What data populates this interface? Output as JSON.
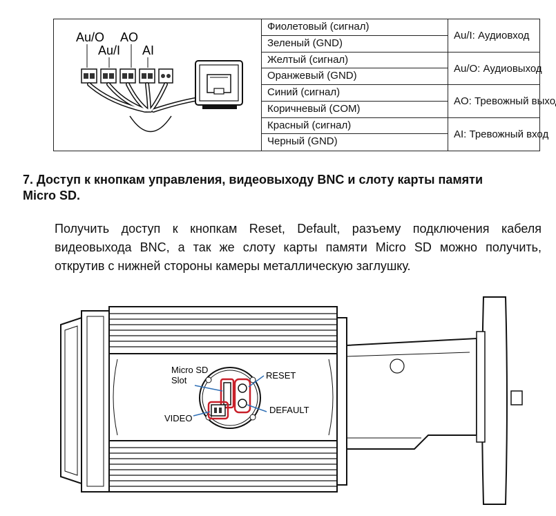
{
  "wiring_table": {
    "diagram_labels": {
      "au_o": "Au/O",
      "ao": "AO",
      "au_i": "Au/I",
      "ai": "AI"
    },
    "wires": [
      "Фиолетовый (сигнал)",
      "Зеленый (GND)",
      "Желтый (сигнал)",
      "Оранжевый (GND)",
      "Синий (сигнал)",
      "Коричневый (COM)",
      "Красный (сигнал)",
      "Черный (GND)"
    ],
    "functions": [
      "Au/I: Аудиовход",
      "Au/O: Аудиовыход",
      "AO: Тревожный выход",
      "AI: Тревожный вход"
    ]
  },
  "section": {
    "heading_line1": "7. Доступ к кнопкам управления, видеовыходу BNC и слоту карты памяти",
    "heading_line2": "Micro SD.",
    "paragraph": "Получить доступ к кнопкам Reset, Default, разъему подключения кабеля видеовыхода BNC, а так же слоту карты памяти Micro SD можно получить, открутив с нижней стороны камеры металлическую заглушку."
  },
  "camera_diagram": {
    "label_micro_sd_line1": "Micro SD",
    "label_micro_sd_line2": "Slot",
    "label_reset": "RESET",
    "label_default": "DEFAULT",
    "label_video": "VIDEO",
    "highlight_color": "#c8202a",
    "callout_color": "#2f6fb5"
  }
}
